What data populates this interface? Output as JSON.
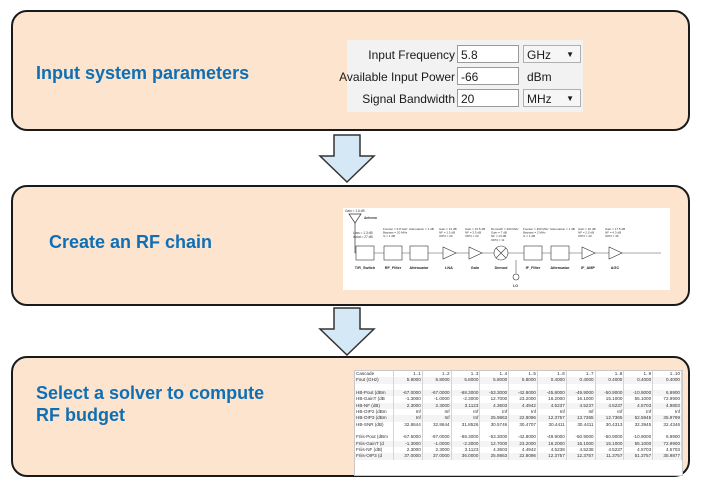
{
  "steps": [
    {
      "title": "Input system parameters"
    },
    {
      "title": "Create an RF chain"
    },
    {
      "title_line1": "Select a solver to compute",
      "title_line2": "RF budget"
    }
  ],
  "form": {
    "rows": [
      {
        "label": "Input Frequency",
        "value": "5.8",
        "unit": "GHz",
        "unit_is_dropdown": true
      },
      {
        "label": "Available Input Power",
        "value": "-66",
        "unit": "dBm",
        "unit_is_dropdown": false
      },
      {
        "label": "Signal Bandwidth",
        "value": "20",
        "unit": "MHz",
        "unit_is_dropdown": true
      }
    ]
  },
  "rf_chain": {
    "antenna_gain": "Gain = 1.6 dB",
    "antenna_label": "Antenna",
    "switch_params": [
      "Loss = 1.3 dB",
      "Isolat = 27 dB"
    ],
    "blocks": [
      {
        "label": "T/R_Switch",
        "params": []
      },
      {
        "label": "RF_Filter",
        "params": [
          "Fcenter = 5.8 GHz",
          "Bwpass = 20 MHz",
          "IL = 1 dB"
        ]
      },
      {
        "label": "Attenuator",
        "params": [
          "Attenuation = 1 dB"
        ]
      },
      {
        "label": "LNA",
        "params": [
          "Gain = 13 dB",
          "NF = 1.5 dB",
          "OIP3 = 26"
        ]
      },
      {
        "label": "Gain",
        "params": [
          "Gain = 10.5 dB",
          "NF = 3.5 dB",
          "OIP3 = 23"
        ]
      },
      {
        "label": "Demod",
        "params": [
          "DemindF = 400 MHz",
          "Gain = 7 dB",
          "NF = 13 dB",
          "OIP3 = 11"
        ]
      },
      {
        "label": "IF_Filter",
        "params": [
          "Fcenter = 400 MHz",
          "Bwpass = 2 MHz",
          "IL = 1 dB"
        ]
      },
      {
        "label": "Attenuator",
        "params": [
          "Attenuation = 1 dB"
        ]
      },
      {
        "label": "IF_AMP",
        "params": [
          "Gain = 40 dB",
          "NF = 2.5 dB",
          "OIP3 = 40"
        ]
      },
      {
        "label": "AGC",
        "params": [
          "Gain = 17.5 dB",
          "NF = 4.3 dB",
          "OIP3 = 36"
        ]
      }
    ],
    "lo_label": "LO"
  },
  "results_table": {
    "columns": [
      "Cascade",
      "1..1",
      "1..2",
      "1..3",
      "1..4",
      "1..5",
      "1..6",
      "1..7",
      "1..8",
      "1..9",
      "1..10"
    ],
    "rows": [
      {
        "label": "Fout (GHz)",
        "values": [
          "5.8000",
          "5.8000",
          "5.8000",
          "5.8000",
          "5.8000",
          "0.4000",
          "0.4000",
          "0.4000",
          "0.4000",
          "0.4000"
        ]
      },
      {
        "blank": true
      },
      {
        "label": "HB-Pout (dBm",
        "values": [
          "-67.0000",
          "-67.0000",
          "-68.3000",
          "-53.3000",
          "-42.8000",
          "-45.8000",
          "-49.9000",
          "-50.9000",
          "-10.9000",
          "6.9900"
        ]
      },
      {
        "label": "HB-GainT (dB",
        "values": [
          "-1.3000",
          "-1.0000",
          "-2.3000",
          "12.7000",
          "23.2000",
          "16.2000",
          "16.1000",
          "15.1000",
          "55.1000",
          "72.9900"
        ]
      },
      {
        "label": "HB-NF (dB)",
        "values": [
          "2.3000",
          "2.3000",
          "3.1123",
          "4.3603",
          "4.4942",
          "4.5237",
          "4.5237",
          "4.5237",
          "4.5703",
          "4.9803"
        ]
      },
      {
        "label": "HB-OIP2 (dBm",
        "values": [
          "Inf",
          "Inf",
          "Inf",
          "Inf",
          "Inf",
          "Inf",
          "Inf",
          "Inf",
          "Inf",
          "Inf"
        ]
      },
      {
        "label": "HB-OIP3 (dBm",
        "values": [
          "Inf",
          "Inf",
          "Inf",
          "25.9863",
          "22.8096",
          "12.3757",
          "13.7365",
          "12.7365",
          "52.5945",
          "35.9799"
        ]
      },
      {
        "label": "HB-SNR (dB)",
        "values": [
          "32.8644",
          "32.8644",
          "31.8526",
          "30.5746",
          "30.4707",
          "30.4411",
          "30.4411",
          "30.4313",
          "32.3945",
          "32.4346"
        ]
      },
      {
        "blank": true
      },
      {
        "label": "Friis-Pout (dBm",
        "values": [
          "-67.5000",
          "-67.0000",
          "-68.3000",
          "-53.3000",
          "-42.8000",
          "-49.9000",
          "-50.9000",
          "-50.9000",
          "-10.9000",
          "6.9900"
        ]
      },
      {
        "label": "Friis-GainT (d",
        "values": [
          "-1.3000",
          "-1.0000",
          "-2.3000",
          "12.7000",
          "23.2000",
          "16.2000",
          "16.1000",
          "15.1000",
          "55.1000",
          "72.9900"
        ]
      },
      {
        "label": "Friis-NF (dB)",
        "values": [
          "2.3000",
          "2.3000",
          "3.1123",
          "4.3603",
          "4.4942",
          "4.5238",
          "4.5238",
          "4.5237",
          "4.5703",
          "4.5703"
        ]
      },
      {
        "label": "Friis-OIP3 (d",
        "values": [
          "37.0000",
          "37.0000",
          "36.0000",
          "25.9863",
          "22.8096",
          "12.3757",
          "12.3757",
          "11.3757",
          "51.3757",
          "35.9877"
        ]
      }
    ]
  },
  "colors": {
    "panel_fill": "#fce4cf",
    "title_text": "#0f6fb4",
    "arrow_fill": "#d5e8f5"
  }
}
